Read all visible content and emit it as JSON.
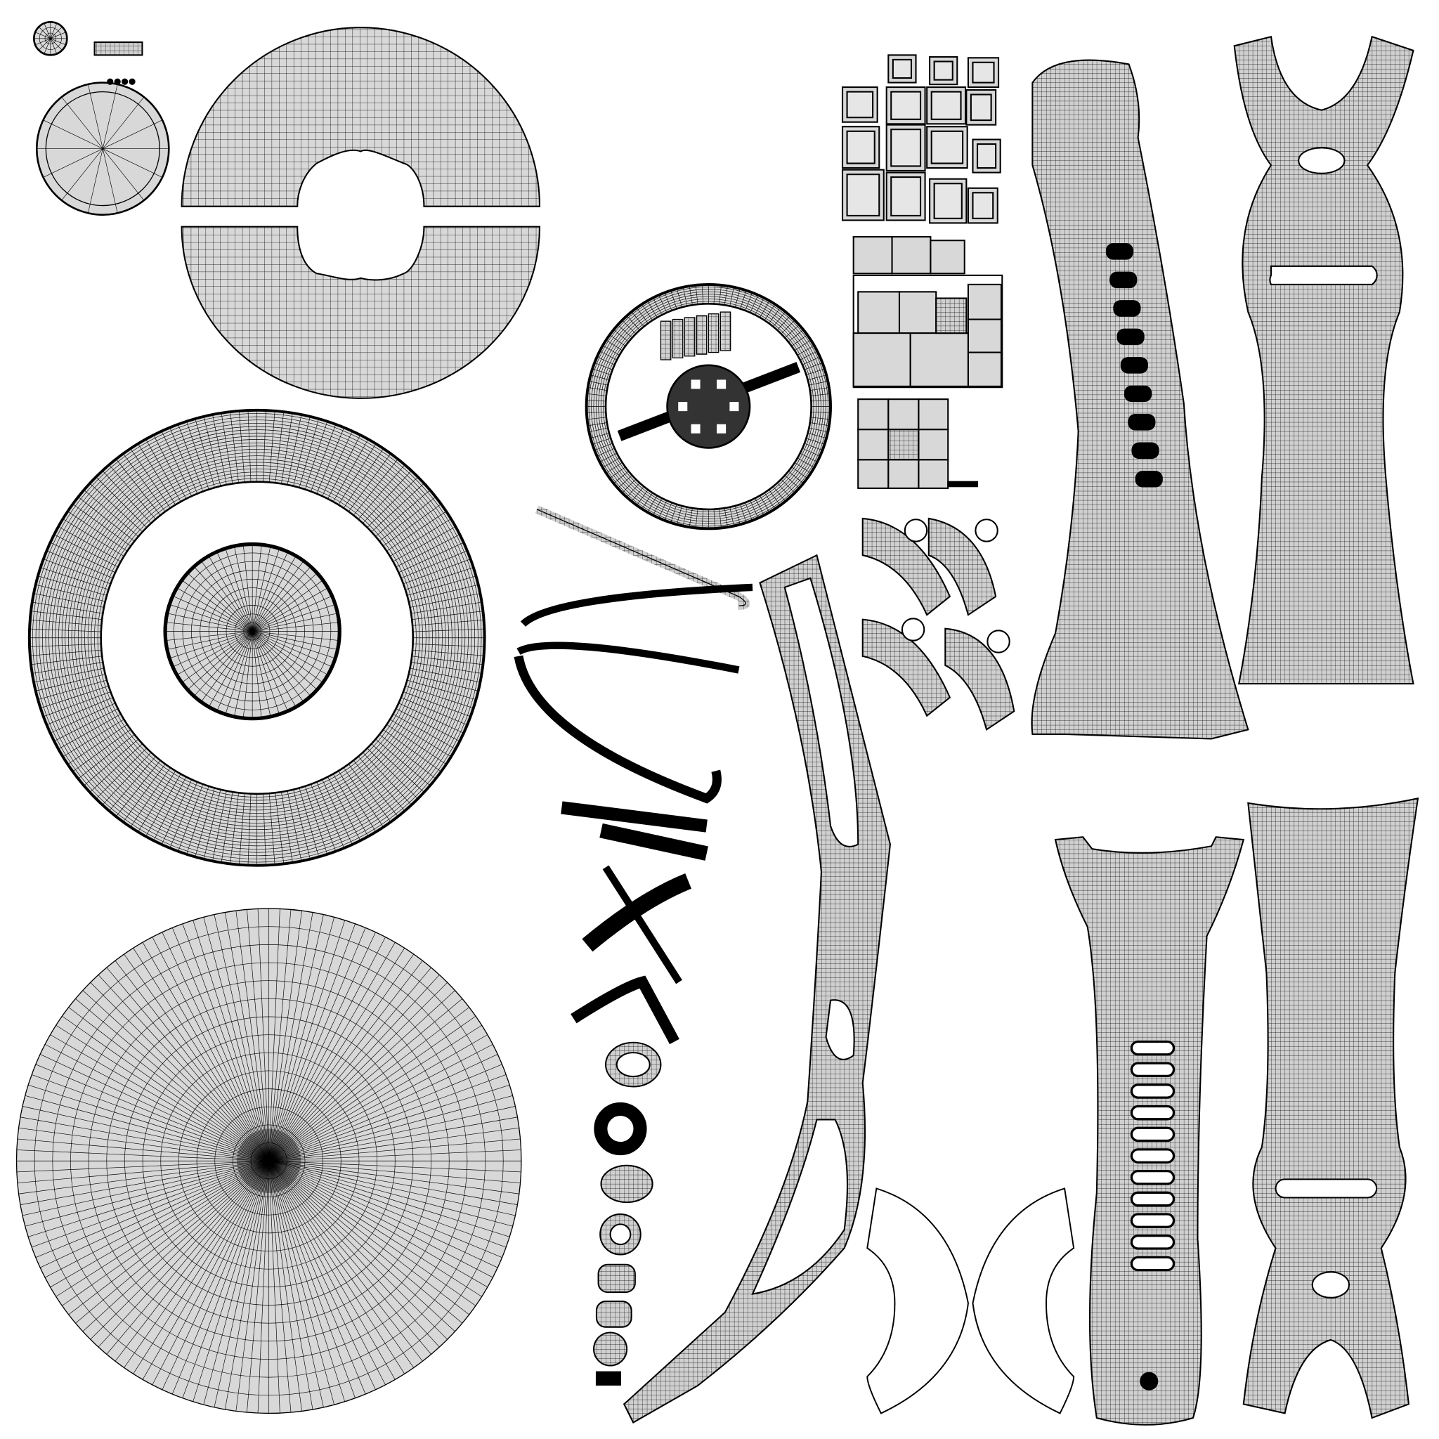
{
  "title": "",
  "colors": {
    "background": "#ffffff",
    "island_fill": "#d8d8d8",
    "wire": "#000000"
  },
  "islands": [
    "small-cap-disc",
    "pie-disc",
    "half-annulus-top",
    "half-annulus-bottom",
    "large-ring",
    "ring-inner-cross",
    "large-radial-disc",
    "wheel",
    "long-curved-strip",
    "watch-band-top-left",
    "watch-band-top-right",
    "watch-band-bottom-left",
    "watch-band-bottom-right",
    "outline-half-left",
    "outline-half-right",
    "bevel-squares",
    "grey-squares",
    "grey-grid",
    "arc-pieces",
    "small-parts"
  ]
}
